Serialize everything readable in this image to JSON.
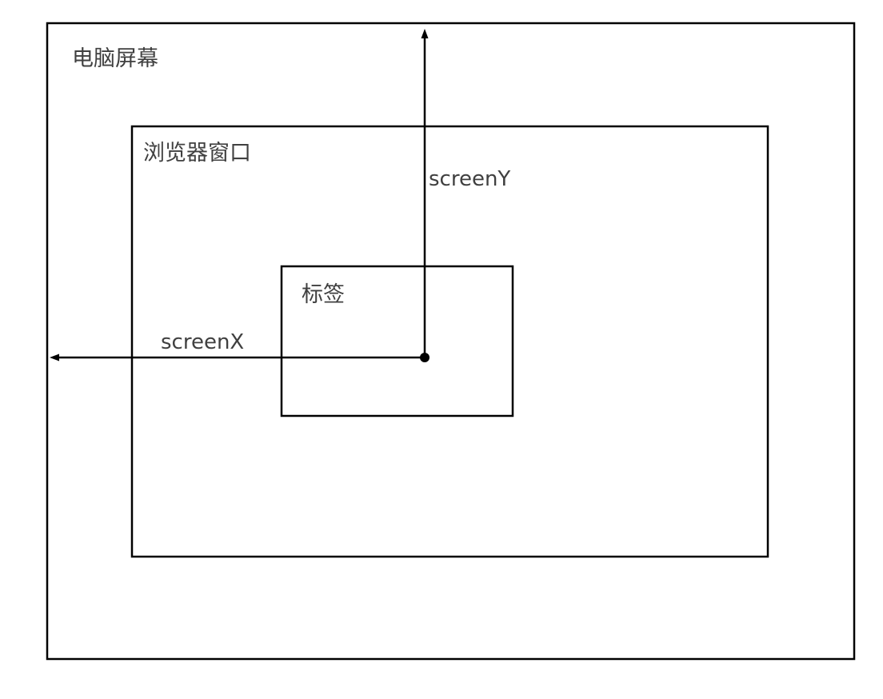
{
  "diagram": {
    "screen_label": "电脑屏幕",
    "browser_label": "浏览器窗口",
    "tag_label": "标签",
    "screen_y_label": "screenY",
    "screen_x_label": "screenX",
    "colors": {
      "stroke": "#000000",
      "text": "#404040",
      "background": "#ffffff"
    }
  }
}
